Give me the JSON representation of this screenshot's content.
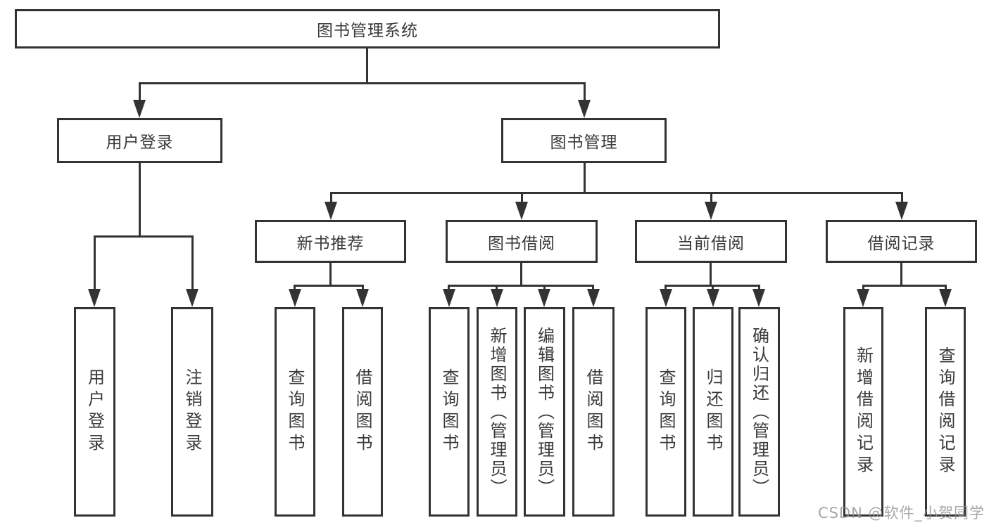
{
  "diagram": {
    "type": "tree-structure-diagram",
    "colors": {
      "line": "#333333",
      "border": "#333333",
      "text": "#3a3a3a",
      "background": "#ffffff",
      "watermark": "#919191"
    },
    "nodes": {
      "root": {
        "label": "图书管理系统"
      },
      "user_login": {
        "label": "用户登录"
      },
      "book_mgmt": {
        "label": "图书管理"
      },
      "new_book_rec": {
        "label": "新书推荐"
      },
      "book_borrow": {
        "label": "图书借阅"
      },
      "current_borrow": {
        "label": "当前借阅"
      },
      "borrow_record": {
        "label": "借阅记录"
      },
      "leaf_user_login": {
        "label": "用户登录"
      },
      "leaf_logout": {
        "label": "注销登录"
      },
      "leaf_query_book_1": {
        "label": "查询图书"
      },
      "leaf_borrow_book_1": {
        "label": "借阅图书"
      },
      "leaf_query_book_2": {
        "label": "查询图书"
      },
      "leaf_add_book": {
        "label": "新增图书（管理员）"
      },
      "leaf_edit_book": {
        "label": "编辑图书（管理员）"
      },
      "leaf_borrow_book_2": {
        "label": "借阅图书"
      },
      "leaf_query_book_3": {
        "label": "查询图书"
      },
      "leaf_return_book": {
        "label": "归还图书"
      },
      "leaf_confirm_return": {
        "label": "确认归还（管理员）"
      },
      "leaf_add_record": {
        "label": "新增借阅记录"
      },
      "leaf_query_record": {
        "label": "查询借阅记录"
      }
    },
    "hierarchy": [
      {
        "parent": "root",
        "children": [
          "user_login",
          "book_mgmt"
        ]
      },
      {
        "parent": "user_login",
        "children": [
          "leaf_user_login",
          "leaf_logout"
        ]
      },
      {
        "parent": "book_mgmt",
        "children": [
          "new_book_rec",
          "book_borrow",
          "current_borrow",
          "borrow_record"
        ]
      },
      {
        "parent": "new_book_rec",
        "children": [
          "leaf_query_book_1",
          "leaf_borrow_book_1"
        ]
      },
      {
        "parent": "book_borrow",
        "children": [
          "leaf_query_book_2",
          "leaf_add_book",
          "leaf_edit_book",
          "leaf_borrow_book_2"
        ]
      },
      {
        "parent": "current_borrow",
        "children": [
          "leaf_query_book_3",
          "leaf_return_book",
          "leaf_confirm_return"
        ]
      },
      {
        "parent": "borrow_record",
        "children": [
          "leaf_add_record",
          "leaf_query_record"
        ]
      }
    ]
  },
  "watermark": {
    "text": "CSDN @软件_小贺同学"
  }
}
